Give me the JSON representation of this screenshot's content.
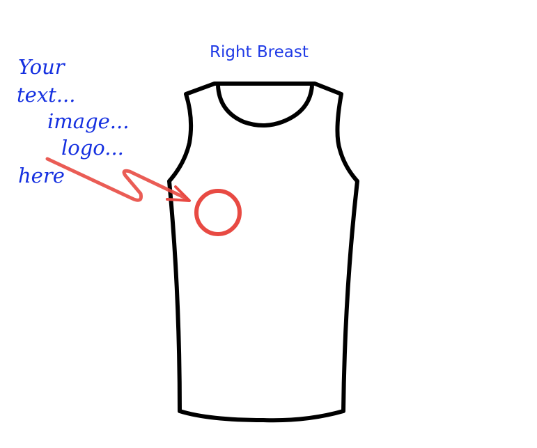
{
  "placement_label": "Right Breast",
  "callout": {
    "line1": "Your",
    "line2": "text...",
    "line3": "image...",
    "line4": "logo...",
    "line5": "here"
  },
  "colors": {
    "text": "#1530e0",
    "marker": "#e84a43",
    "outline": "#000000"
  }
}
